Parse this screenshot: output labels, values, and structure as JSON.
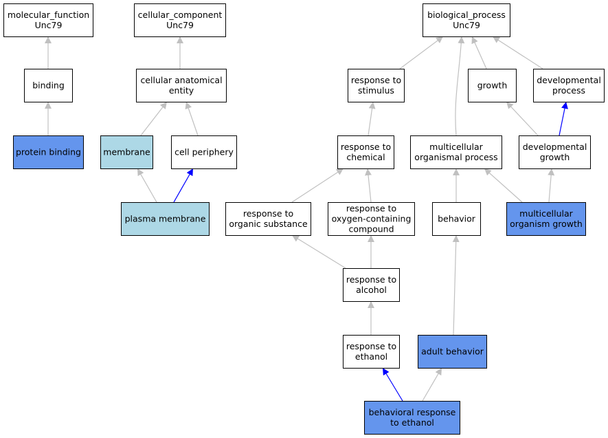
{
  "colors": {
    "plain_fill": "#ffffff",
    "annotated_fill": "#6495ed",
    "light_fill": "#add8e6",
    "is_a_edge": "#c0c0c0",
    "part_of_edge": "#0000ff"
  },
  "nodes": [
    {
      "id": "molecular_function",
      "lines": [
        "molecular_function",
        "Unc79"
      ],
      "style": "plain"
    },
    {
      "id": "binding",
      "lines": [
        "binding"
      ],
      "style": "plain"
    },
    {
      "id": "protein_binding",
      "lines": [
        "protein binding"
      ],
      "style": "annotated"
    },
    {
      "id": "cellular_component",
      "lines": [
        "cellular_component",
        "Unc79"
      ],
      "style": "plain"
    },
    {
      "id": "cellular_anatomical_entity",
      "lines": [
        "cellular anatomical",
        "entity"
      ],
      "style": "plain"
    },
    {
      "id": "membrane",
      "lines": [
        "membrane"
      ],
      "style": "light"
    },
    {
      "id": "cell_periphery",
      "lines": [
        "cell periphery"
      ],
      "style": "plain"
    },
    {
      "id": "plasma_membrane",
      "lines": [
        "plasma membrane"
      ],
      "style": "light"
    },
    {
      "id": "biological_process",
      "lines": [
        "biological_process",
        "Unc79"
      ],
      "style": "plain"
    },
    {
      "id": "response_to_stimulus",
      "lines": [
        "response to",
        "stimulus"
      ],
      "style": "plain"
    },
    {
      "id": "growth",
      "lines": [
        "growth"
      ],
      "style": "plain"
    },
    {
      "id": "developmental_process",
      "lines": [
        "developmental",
        "process"
      ],
      "style": "plain"
    },
    {
      "id": "response_to_chemical",
      "lines": [
        "response to",
        "chemical"
      ],
      "style": "plain"
    },
    {
      "id": "multicellular_organismal_process",
      "lines": [
        "multicellular",
        "organismal process"
      ],
      "style": "plain"
    },
    {
      "id": "developmental_growth",
      "lines": [
        "developmental",
        "growth"
      ],
      "style": "plain"
    },
    {
      "id": "response_to_organic_substance",
      "lines": [
        "response to",
        "organic substance"
      ],
      "style": "plain"
    },
    {
      "id": "response_to_oxygen_containing_compound",
      "lines": [
        "response to",
        "oxygen-containing",
        "compound"
      ],
      "style": "plain"
    },
    {
      "id": "behavior",
      "lines": [
        "behavior"
      ],
      "style": "plain"
    },
    {
      "id": "multicellular_organism_growth",
      "lines": [
        "multicellular",
        "organism growth"
      ],
      "style": "annotated"
    },
    {
      "id": "response_to_alcohol",
      "lines": [
        "response to",
        "alcohol"
      ],
      "style": "plain"
    },
    {
      "id": "response_to_ethanol",
      "lines": [
        "response to",
        "ethanol"
      ],
      "style": "plain"
    },
    {
      "id": "adult_behavior",
      "lines": [
        "adult behavior"
      ],
      "style": "annotated"
    },
    {
      "id": "behavioral_response_to_ethanol",
      "lines": [
        "behavioral response",
        "to ethanol"
      ],
      "style": "annotated"
    }
  ],
  "edges": [
    {
      "from": "binding",
      "to": "molecular_function",
      "relation": "is_a"
    },
    {
      "from": "protein_binding",
      "to": "binding",
      "relation": "is_a"
    },
    {
      "from": "cellular_anatomical_entity",
      "to": "cellular_component",
      "relation": "is_a"
    },
    {
      "from": "membrane",
      "to": "cellular_anatomical_entity",
      "relation": "is_a"
    },
    {
      "from": "cell_periphery",
      "to": "cellular_anatomical_entity",
      "relation": "is_a"
    },
    {
      "from": "plasma_membrane",
      "to": "membrane",
      "relation": "is_a"
    },
    {
      "from": "plasma_membrane",
      "to": "cell_periphery",
      "relation": "part_of"
    },
    {
      "from": "response_to_stimulus",
      "to": "biological_process",
      "relation": "is_a"
    },
    {
      "from": "growth",
      "to": "biological_process",
      "relation": "is_a"
    },
    {
      "from": "developmental_process",
      "to": "biological_process",
      "relation": "is_a"
    },
    {
      "from": "multicellular_organismal_process",
      "to": "biological_process",
      "relation": "is_a"
    },
    {
      "from": "response_to_chemical",
      "to": "response_to_stimulus",
      "relation": "is_a"
    },
    {
      "from": "developmental_growth",
      "to": "growth",
      "relation": "is_a"
    },
    {
      "from": "developmental_growth",
      "to": "developmental_process",
      "relation": "part_of"
    },
    {
      "from": "response_to_organic_substance",
      "to": "response_to_chemical",
      "relation": "is_a"
    },
    {
      "from": "response_to_oxygen_containing_compound",
      "to": "response_to_chemical",
      "relation": "is_a"
    },
    {
      "from": "behavior",
      "to": "multicellular_organismal_process",
      "relation": "is_a"
    },
    {
      "from": "multicellular_organism_growth",
      "to": "multicellular_organismal_process",
      "relation": "is_a"
    },
    {
      "from": "multicellular_organism_growth",
      "to": "developmental_growth",
      "relation": "is_a"
    },
    {
      "from": "response_to_alcohol",
      "to": "response_to_organic_substance",
      "relation": "is_a"
    },
    {
      "from": "response_to_alcohol",
      "to": "response_to_oxygen_containing_compound",
      "relation": "is_a"
    },
    {
      "from": "response_to_ethanol",
      "to": "response_to_alcohol",
      "relation": "is_a"
    },
    {
      "from": "adult_behavior",
      "to": "behavior",
      "relation": "is_a"
    },
    {
      "from": "behavioral_response_to_ethanol",
      "to": "response_to_ethanol",
      "relation": "part_of"
    },
    {
      "from": "behavioral_response_to_ethanol",
      "to": "adult_behavior",
      "relation": "is_a"
    }
  ]
}
